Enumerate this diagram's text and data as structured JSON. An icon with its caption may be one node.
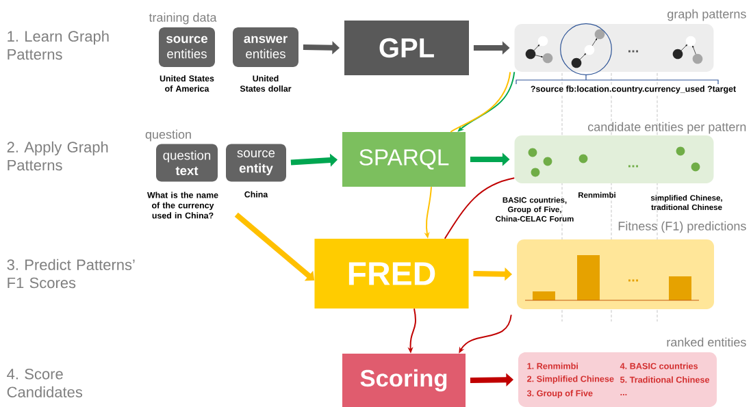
{
  "diagram": {
    "nodes": [
      {
        "text": [
          "**source** entities"
        ],
        "beside": [
          "United States of America"
        ]
      },
      {
        "text": [
          "**answer** entities"
        ],
        "beside": [
          "United States dollar"
        ]
      },
      {
        "text": [
          "GPL"
        ]
      },
      {
        "text": [
          "graph patterns",
          "..."
        ],
        "beside": [
          "?source fb:location.country.currency_used ?target"
        ]
      },
      {
        "text": [
          "question **text**"
        ],
        "beside": [
          "What is the name of the currency used in China?"
        ]
      },
      {
        "text": [
          "source **entity**"
        ],
        "beside": [
          "China"
        ]
      },
      {
        "text": [
          "SPARQL"
        ]
      },
      {
        "text": [
          "candidate entities per pattern",
          "...",
          "BASIC countries, Group of Five, China-CELAC Forum",
          "Renmimbi",
          "simplified Chinese, traditional Chinese"
        ]
      },
      {
        "text": [
          "FRED"
        ]
      },
      {
        "text": [
          "Fitness (F1) predictions",
          "..."
        ]
      },
      {
        "text": [
          "Scoring"
        ]
      },
      {
        "text": [
          "ranked entities",
          "1. Renmimbi",
          "2. Simplified Chinese",
          "3. Group of Five",
          "4. BASIC countries",
          "5. Traditional Chinese",
          "..."
        ]
      }
    ],
    "edges": [
      {
        "from": 1,
        "to": 2,
        "arrow": "to",
        "color": "#595959"
      },
      {
        "from": 2,
        "to": 3,
        "arrow": "to",
        "color": "#595959"
      },
      {
        "from": 3,
        "to": 6,
        "arrow": "to",
        "color": "#00a651"
      },
      {
        "from": 3,
        "to": 6,
        "arrow": "none",
        "color": "#ffc000"
      },
      {
        "from": 5,
        "to": 6,
        "arrow": "to",
        "color": "#00a651"
      },
      {
        "from": 6,
        "to": 7,
        "arrow": "to",
        "color": "#00a651"
      },
      {
        "from": 6,
        "to": 8,
        "arrow": "to",
        "color": "#ffc000"
      },
      {
        "from": 4,
        "to": 8,
        "arrow": "to",
        "color": "#ffc000"
      },
      {
        "from": 7,
        "to": 8,
        "arrow": "none",
        "color": "#c00000"
      },
      {
        "from": 8,
        "to": 9,
        "arrow": "to",
        "color": "#ffc000"
      },
      {
        "from": 8,
        "to": 10,
        "arrow": "to",
        "color": "#c00000"
      },
      {
        "from": 9,
        "to": 10,
        "arrow": "to",
        "color": "#c00000"
      },
      {
        "from": 10,
        "to": 11,
        "arrow": "to",
        "color": "#c00000"
      }
    ],
    "labels": [
      "1. Learn Graph Patterns",
      "training data",
      "2. Apply Graph Patterns",
      "question",
      "3. Predict Patterns’ F1 Scores",
      "4. Score Candidates"
    ]
  }
}
